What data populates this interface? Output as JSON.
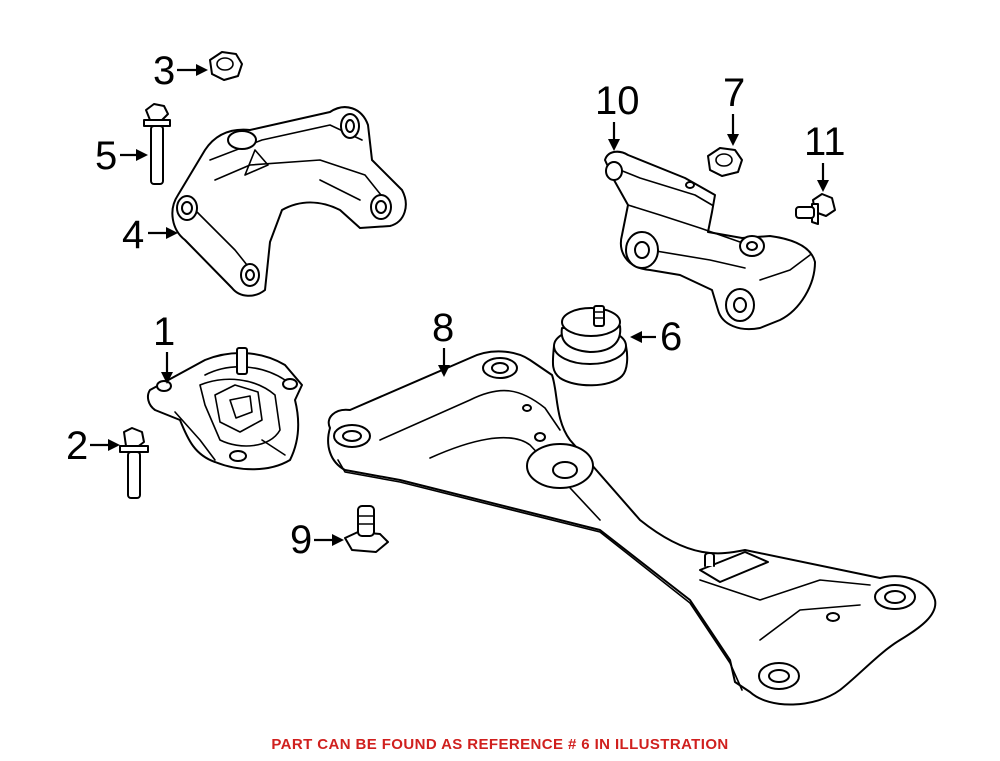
{
  "callouts": [
    {
      "id": "1",
      "label": "1"
    },
    {
      "id": "2",
      "label": "2"
    },
    {
      "id": "3",
      "label": "3"
    },
    {
      "id": "4",
      "label": "4"
    },
    {
      "id": "5",
      "label": "5"
    },
    {
      "id": "6",
      "label": "6"
    },
    {
      "id": "7",
      "label": "7"
    },
    {
      "id": "8",
      "label": "8"
    },
    {
      "id": "9",
      "label": "9"
    },
    {
      "id": "10",
      "label": "10"
    },
    {
      "id": "11",
      "label": "11"
    }
  ],
  "footnote": {
    "text": "PART CAN BE FOUND AS REFERENCE # 6 IN ILLUSTRATION",
    "color": "#d0201e"
  }
}
